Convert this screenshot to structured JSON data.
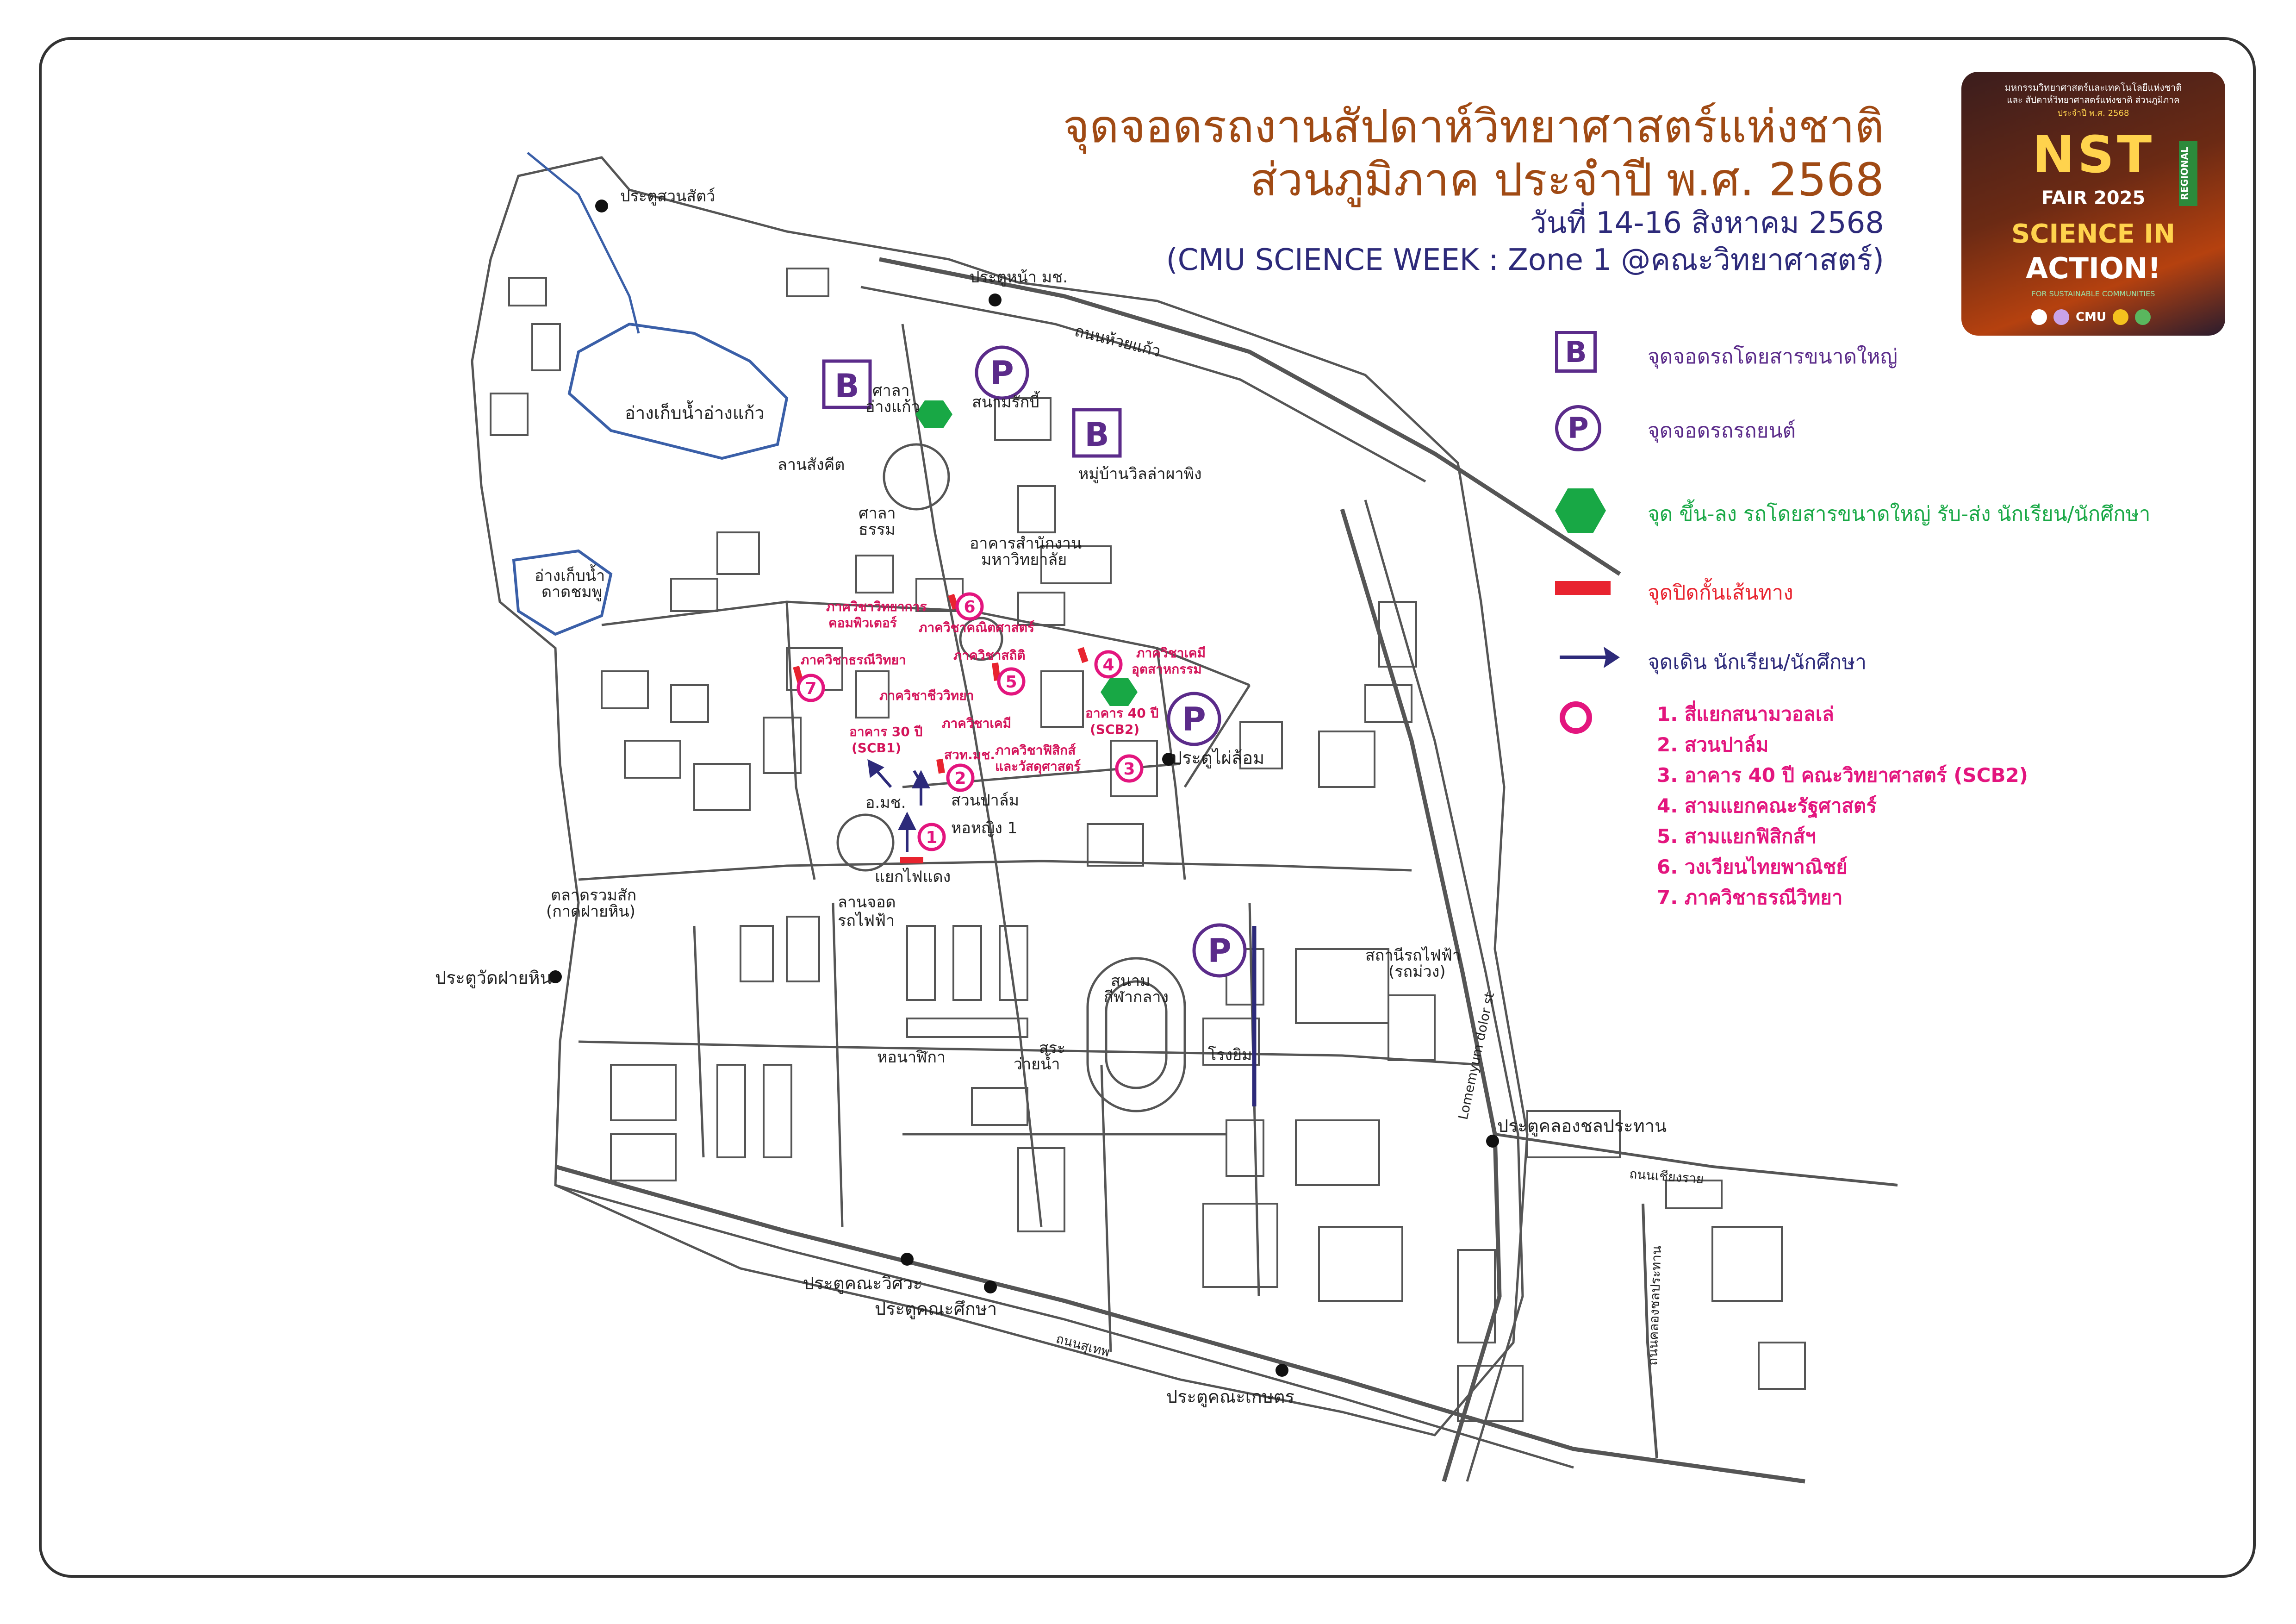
{
  "title": {
    "line1": "จุดจอดรถงานสัปดาห์วิทยาศาสตร์แห่งชาติ",
    "line2": "ส่วนภูมิภาค ประจำปี พ.ศ. 2568",
    "line3": "วันที่ 14-16 สิงหาคม 2568",
    "line4": "(CMU SCIENCE WEEK : Zone 1 @คณะวิทยาศาสตร์)"
  },
  "logo": {
    "top_text": "มหกรรมวิทยาศาสตร์และเทคโนโลยีแห่งชาติ",
    "sub_text": "และ สัปดาห์วิทยาศาสตร์แห่งชาติ ส่วนภูมิภาค",
    "year_text": "ประจำปี พ.ศ. 2568",
    "nst": "NST",
    "fair": "FAIR 2025",
    "regional": "REGIONAL",
    "science": "SCIENCE IN",
    "action": "ACTION!",
    "sustain": "FOR SUSTAINABLE COMMUNITIES",
    "cmu": "CMU"
  },
  "legend": {
    "bus_parking_symbol": "B",
    "bus_parking": "จุดจอดรถโดยสารขนาดใหญ่",
    "car_parking_symbol": "P",
    "car_parking": "จุดจอดรถรถยนต์",
    "drop_off": "จุด ขึ้น-ลง รถโดยสารขนาดใหญ่ รับ-ส่ง นักเรียน/นักศึกษา",
    "road_block": "จุดปิดกั้นเส้นทาง",
    "walk_route": "จุดเดิน นักเรียน/นักศึกษา"
  },
  "checkpoints": [
    "1. สี่แยกสนามวอลเล่",
    "2. สวนปาล์ม",
    "3. อาคาร 40 ปี คณะวิทยาศาสตร์ (SCB2)",
    "4. สามแยกคณะรัฐศาสตร์",
    "5. สามแยกฟิสิกส์ฯ",
    "6. วงเวียนไทยพาณิชย์",
    "7. ภาควิชาธรณีวิทยา"
  ],
  "map_labels": {
    "gate_zoo": "ประตูสวนสัตว์",
    "gate_front": "ประตูหน้า มช.",
    "road_huaykaew": "ถนนห้วยแก้ว",
    "reservoir_angkaew": "อ่างเก็บน้ำอ่างแก้ว",
    "sala_angkaew_1": "ศาลา",
    "sala_angkaew_2": "อ่างแก้ว",
    "rugby_field": "สนามรักบี้",
    "village_wiang": "หมู่บ้านวิลล่าผาพิง",
    "lan_sangkeet": "ลานสังคีต",
    "sala_tham_1": "ศาลา",
    "sala_tham_2": "ธรรม",
    "office_1": "อาคารสำนักงาน",
    "office_2": "มหาวิทยาลัย",
    "reservoir_2_1": "อ่างเก็บน้ำ",
    "reservoir_2_2": "ดาดชมพู",
    "dept_comp_1": "ภาควิชาวิทยาการ",
    "dept_comp_2": "คอมพิวเตอร์",
    "dept_math": "ภาควิชาคณิตศาสตร์",
    "dept_geo": "ภาควิชาธรณีวิทยา",
    "dept_bio": "ภาควิชาชีววิทยา",
    "dept_stat": "ภาควิชาสถิติ",
    "dept_chem": "ภาควิชาเคมี",
    "dept_ind_1": "ภาควิชาเคมี",
    "dept_ind_2": "อุตสาหกรรม",
    "scb1_1": "อาคาร 30 ปี",
    "scb1_2": "(SCB1)",
    "scb2_1": "อาคาร 40 ปี",
    "scb2_2": "(SCB2)",
    "dept_phys_1": "ภาควิชาฟิสิกส์",
    "dept_phys_2": "และวัสดุศาสตร์",
    "swth": "สวท.มช.",
    "gate_phailom": "ประตูไผ่ล้อม",
    "palm_garden": "สวนปาล์ม",
    "aor_mor": "อ.มช.",
    "dorm1": "หอหญิง 1",
    "traffic_light": "แยกไฟแดง",
    "market_1": "ตลาดรวมสัก",
    "market_2": "(กาดฝายหิน)",
    "gate_faihin": "ประตูวัดฝายหิน",
    "lan_train_1": "ลานจอด",
    "lan_train_2": "รถไฟฟ้า",
    "stadium_1": "สนาม",
    "stadium_2": "กีฬากลาง",
    "gym": "โรงยิม",
    "ev_station_1": "สถานีรถไฟฟ้า",
    "ev_station_2": "(รถม่วง)",
    "art_hall": "หอนาฬิกา",
    "pool_1": "สระ",
    "pool_2": "ว่ายน้ำ",
    "road_lom": "Lomemyum dolor st",
    "gate_khlong": "ประตูคลองชลประทาน",
    "road_chiangrai": "ถนนเชียงราย",
    "road_canal": "ถนนคลองชลประทาน",
    "gate_engineering": "ประตูคณะวิศวะ",
    "gate_education": "ประตูคณะศึกษา",
    "road_suthep": "ถนนสุเทพ",
    "gate_agri": "ประตูคณะเกษตร",
    "p": "P",
    "b": "B",
    "n1": "1",
    "n2": "2",
    "n3": "3",
    "n4": "4",
    "n5": "5",
    "n6": "6",
    "n7": "7"
  },
  "colors": {
    "title_brown": "#a04a14",
    "title_navy": "#2d2a7a",
    "purple": "#5b2b8a",
    "green": "#18a845",
    "red": "#e8232f",
    "magenta": "#e3157e",
    "label_red": "#d4145a"
  }
}
